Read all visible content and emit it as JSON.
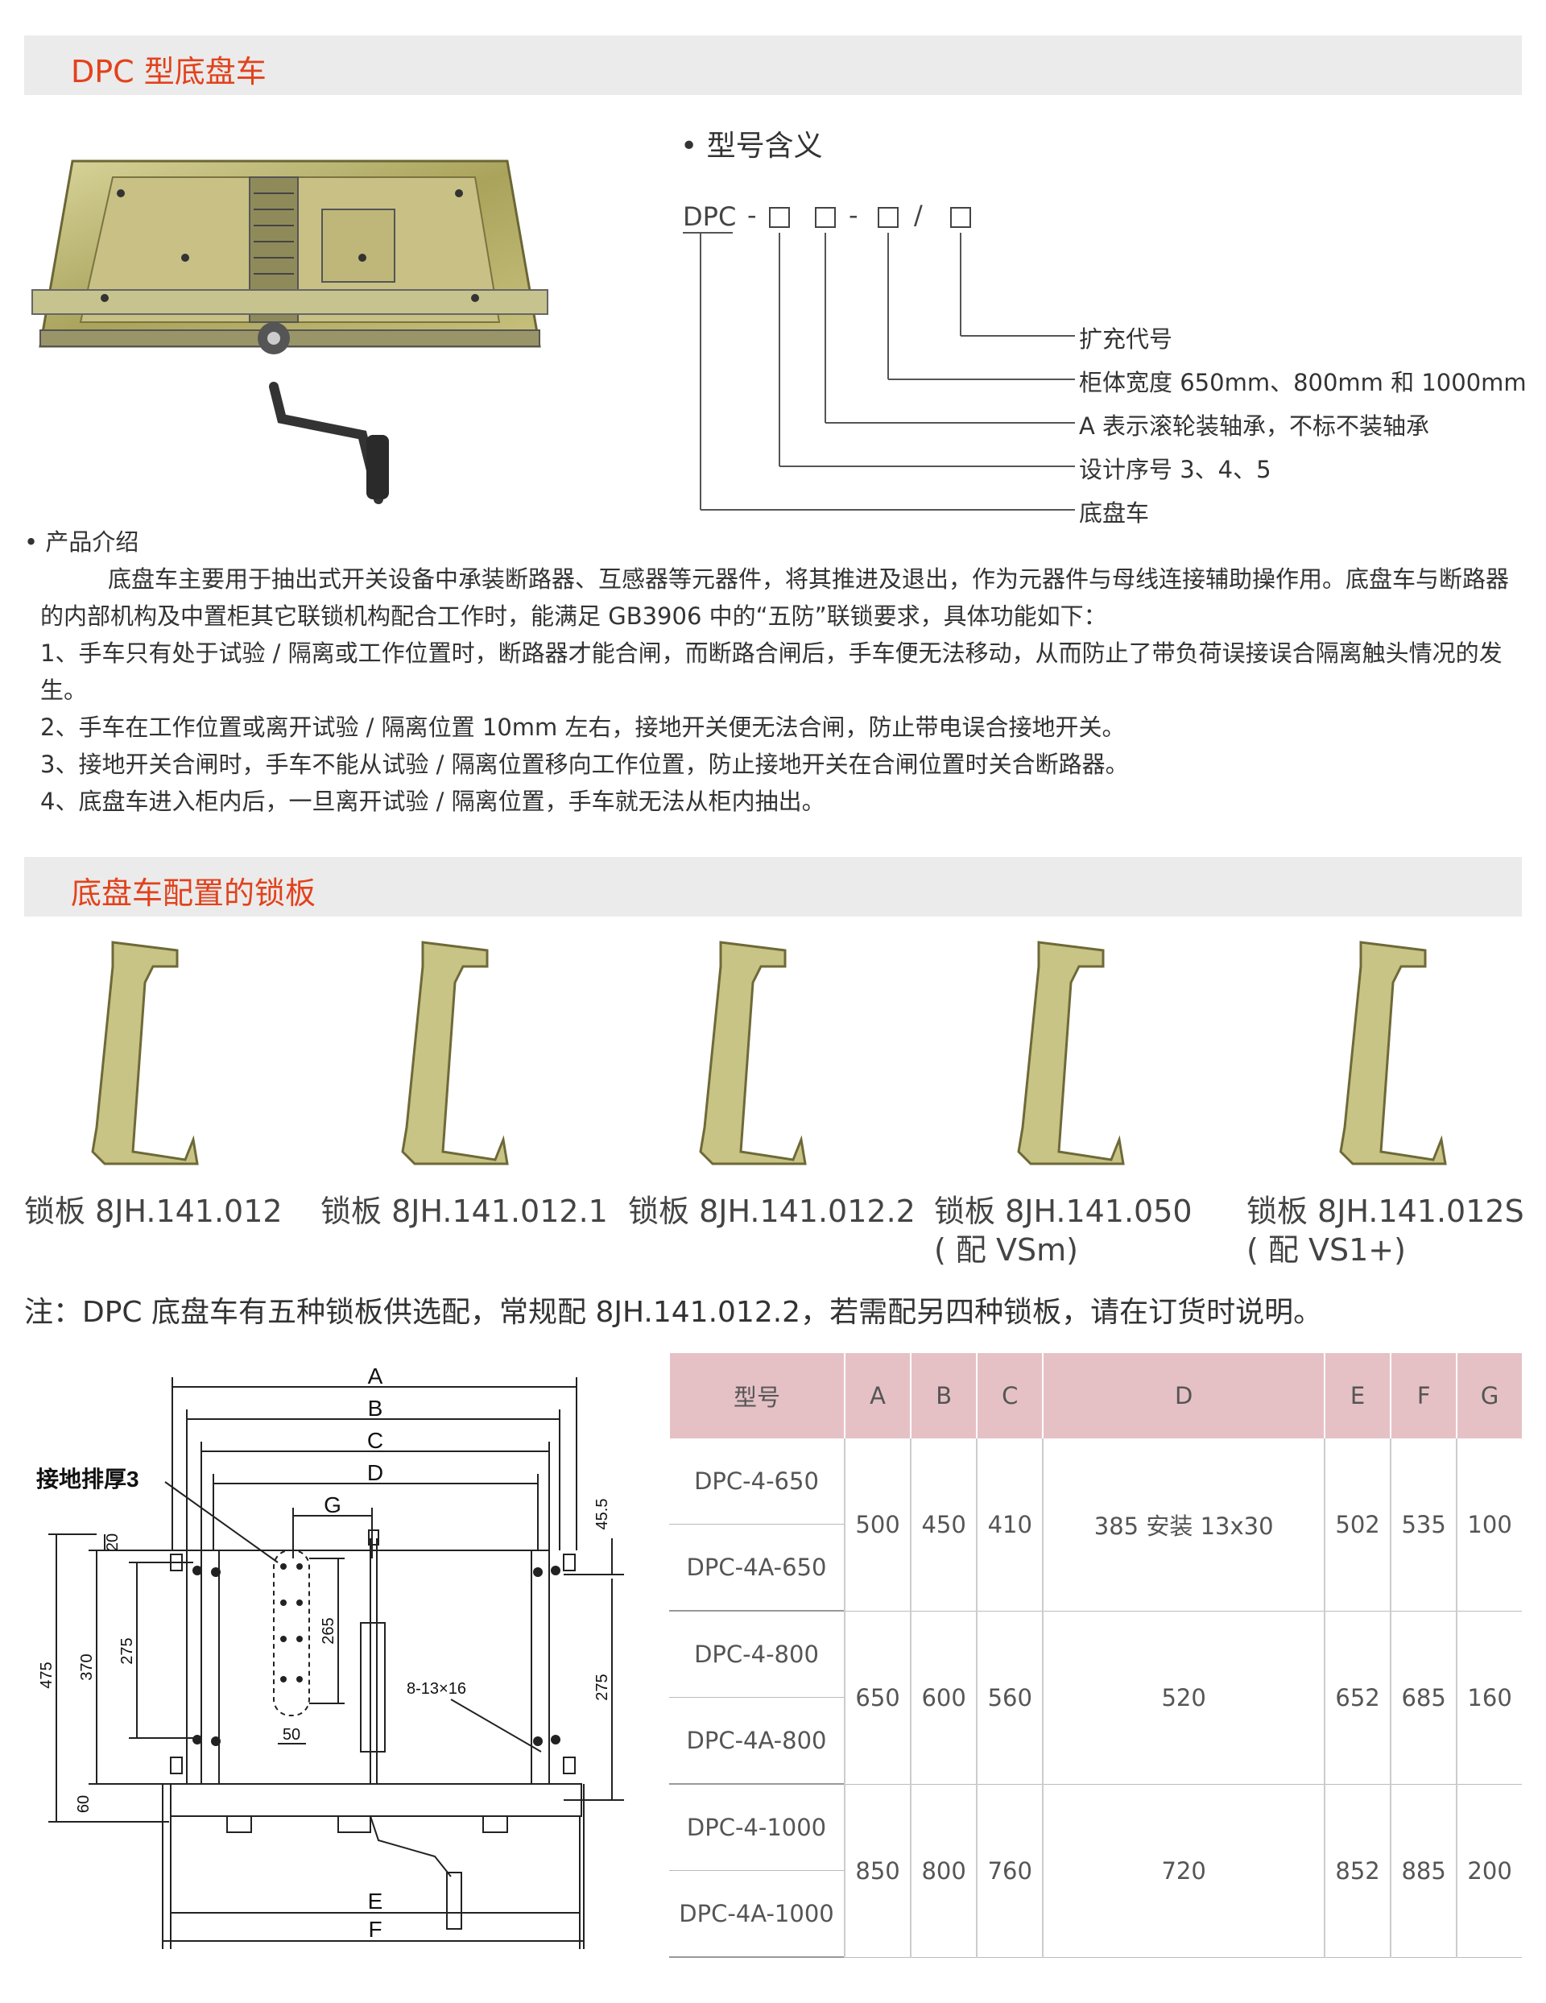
{
  "section1": {
    "title": "DPC 型底盘车"
  },
  "model_meaning": {
    "heading": "• 型号含义",
    "code_prefix": "DPC",
    "sep1": "-",
    "sep2": "-",
    "sep3": "/",
    "legend": [
      "扩充代号",
      "柜体宽度 650mm、800mm 和 1000mm",
      "A 表示滚轮装轴承，不标不装轴承",
      "设计序号 3、4、5",
      "底盘车"
    ]
  },
  "intro": {
    "heading": "• 产品介绍",
    "paragraph": "底盘车主要用于抽出式开关设备中承装断路器、互感器等元器件，将其推进及退出，作为元器件与母线连接辅助操作用。底盘车与断路器的内部机构及中置柜其它联锁机构配合工作时，能满足 GB3906 中的“五防”联锁要求，具体功能如下：",
    "items": [
      "1、手车只有处于试验 / 隔离或工作位置时，断路器才能合闸，而断路合闸后，手车便无法移动，从而防止了带负荷误接误合隔离触头情况的发生。",
      "2、手车在工作位置或离开试验 / 隔离位置 10mm 左右，接地开关便无法合闸，防止带电误合接地开关。",
      "3、接地开关合闸时，手车不能从试验 / 隔离位置移向工作位置，防止接地开关在合闸位置时关合断路器。",
      "4、底盘车进入柜内后，一旦离开试验 / 隔离位置，手车就无法从柜内抽出。"
    ]
  },
  "section2": {
    "title": "底盘车配置的锁板"
  },
  "plates": [
    {
      "name": "锁板 8JH.141.012",
      "note": ""
    },
    {
      "name": "锁板 8JH.141.012.1",
      "note": ""
    },
    {
      "name": "锁板 8JH.141.012.2",
      "note": ""
    },
    {
      "name": "锁板 8JH.141.050",
      "note": "( 配 VSm)"
    },
    {
      "name": "锁板 8JH.141.012S",
      "note": "( 配 VS1+)"
    }
  ],
  "note": "注：DPC 底盘车有五种锁板供选配，常规配 8JH.141.012.2，若需配另四种锁板，请在订货时说明。",
  "drawing": {
    "dims": [
      "A",
      "B",
      "C",
      "D",
      "E",
      "F",
      "G"
    ],
    "ground_label": "接地排厚3",
    "hole_label": "8-13×16",
    "d475": "475",
    "d370": "370",
    "d275a": "275",
    "d20": "20",
    "d60": "60",
    "d265": "265",
    "d50": "50",
    "d455": "45.5",
    "d275b": "275"
  },
  "table": {
    "headers": [
      "型号",
      "A",
      "B",
      "C",
      "D",
      "E",
      "F",
      "G"
    ],
    "groups": [
      {
        "models": [
          "DPC-4-650",
          "DPC-4A-650"
        ],
        "A": "500",
        "B": "450",
        "C": "410",
        "D": "385 安装 13x30",
        "E": "502",
        "F": "535",
        "G": "100"
      },
      {
        "models": [
          "DPC-4-800",
          "DPC-4A-800"
        ],
        "A": "650",
        "B": "600",
        "C": "560",
        "D": "520",
        "E": "652",
        "F": "685",
        "G": "160"
      },
      {
        "models": [
          "DPC-4-1000",
          "DPC-4A-1000"
        ],
        "A": "850",
        "B": "800",
        "C": "760",
        "D": "720",
        "E": "852",
        "F": "885",
        "G": "200"
      }
    ]
  },
  "colors": {
    "accent": "#e2421c",
    "band": "#ebebeb",
    "table_header": "#e5c1c5",
    "metal": "#b8b26a"
  }
}
